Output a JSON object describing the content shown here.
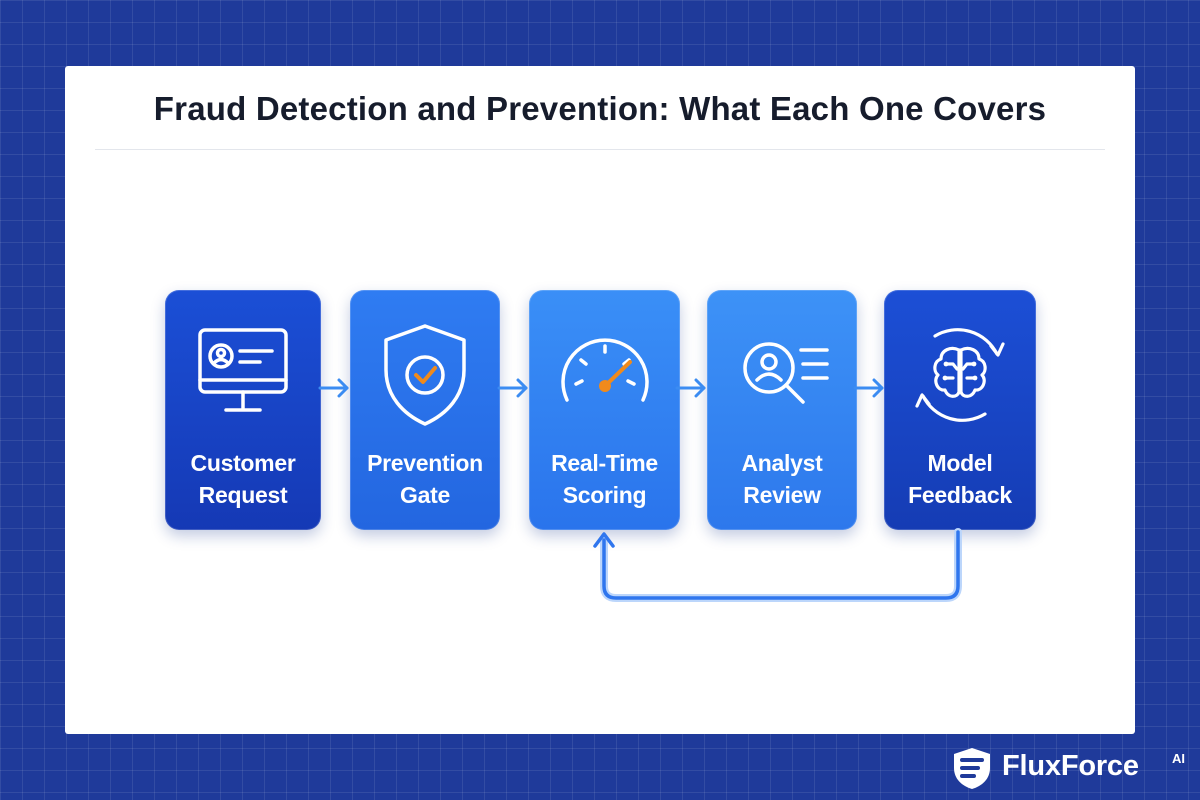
{
  "title": "Fraud Detection and Prevention: What Each One Covers",
  "steps": [
    {
      "line1": "Customer",
      "line2": "Request",
      "icon": "monitor-user-icon"
    },
    {
      "line1": "Prevention",
      "line2": "Gate",
      "icon": "shield-check-icon"
    },
    {
      "line1": "Real-Time",
      "line2": "Scoring",
      "icon": "gauge-icon"
    },
    {
      "line1": "Analyst",
      "line2": "Review",
      "icon": "user-search-icon"
    },
    {
      "line1": "Model",
      "line2": "Feedback",
      "icon": "brain-cycle-icon"
    }
  ],
  "flow": "Model Feedback loops back to Real-Time Scoring",
  "brand": {
    "name": "FluxForce",
    "suffix": "AI"
  },
  "colors": {
    "background": "#1f3a9a",
    "accent_orange": "#f08a1c",
    "card": "#ffffff"
  }
}
